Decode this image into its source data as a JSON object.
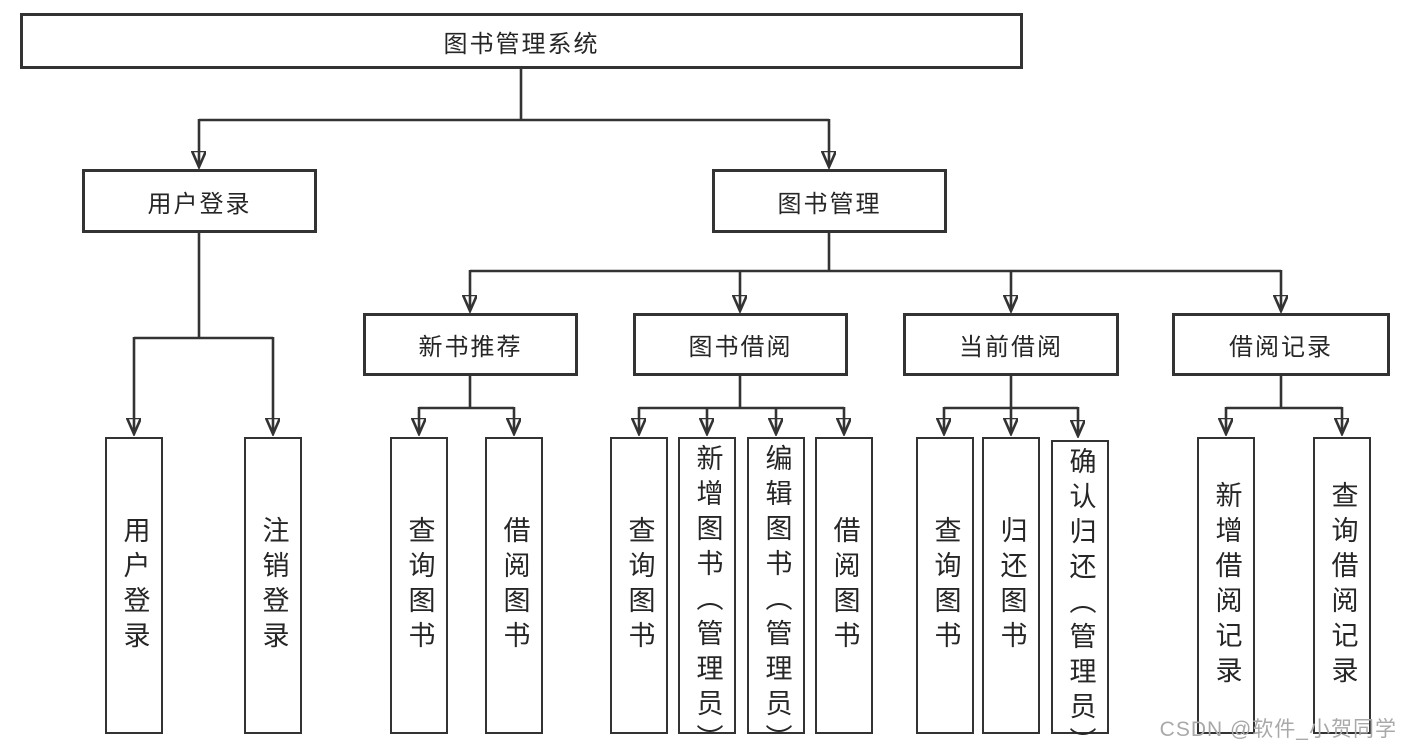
{
  "tree": {
    "root": {
      "label": "图书管理系统"
    },
    "branches": [
      {
        "label": "用户登录",
        "children": [
          {
            "label": "用户登录"
          },
          {
            "label": "注销登录"
          }
        ]
      },
      {
        "label": "图书管理",
        "sections": [
          {
            "label": "新书推荐",
            "children": [
              {
                "label": "查询图书"
              },
              {
                "label": "借阅图书"
              }
            ]
          },
          {
            "label": "图书借阅",
            "children": [
              {
                "label": "查询图书"
              },
              {
                "label": "新增图书（管理员）"
              },
              {
                "label": "编辑图书（管理员）"
              },
              {
                "label": "借阅图书"
              }
            ]
          },
          {
            "label": "当前借阅",
            "children": [
              {
                "label": "查询图书"
              },
              {
                "label": "归还图书"
              },
              {
                "label": "确认归还（管理员）"
              }
            ]
          },
          {
            "label": "借阅记录",
            "children": [
              {
                "label": "新增借阅记录"
              },
              {
                "label": "查询借阅记录"
              }
            ]
          }
        ]
      }
    ]
  },
  "watermark": {
    "text": "CSDN @软件_小贺同学"
  },
  "colors": {
    "line": "#333333",
    "box_border": "#333333",
    "text": "#262626",
    "background": "#ffffff",
    "watermark": "#a9a9a9"
  }
}
